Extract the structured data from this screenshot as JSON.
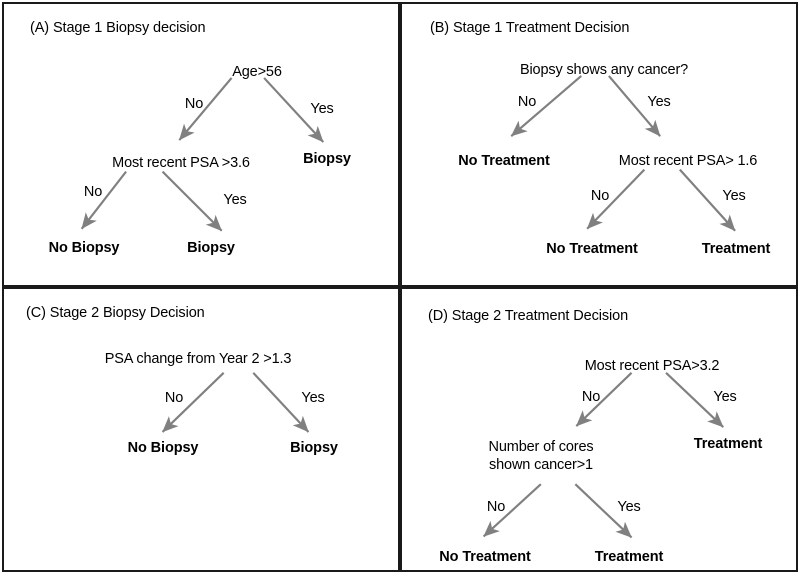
{
  "figure": {
    "arrow_color": "#808080",
    "border_color": "#1a1a1a",
    "text_color": "#000000"
  },
  "panels": {
    "a": {
      "title": "(A) Stage 1 Biopsy decision",
      "root": "Age>56",
      "edge_no_1": "No",
      "edge_yes_1": "Yes",
      "leaf_yes_1": "Biopsy",
      "node_2": "Most recent PSA >3.6",
      "edge_no_2": "No",
      "edge_yes_2": "Yes",
      "leaf_no_2": "No Biopsy",
      "leaf_yes_2": "Biopsy"
    },
    "b": {
      "title": "(B) Stage 1 Treatment Decision",
      "root": "Biopsy shows any cancer?",
      "edge_no_1": "No",
      "edge_yes_1": "Yes",
      "leaf_no_1": "No Treatment",
      "node_2": "Most recent PSA> 1.6",
      "edge_no_2": "No",
      "edge_yes_2": "Yes",
      "leaf_no_2": "No Treatment",
      "leaf_yes_2": "Treatment"
    },
    "c": {
      "title": "(C) Stage 2 Biopsy Decision",
      "root": "PSA change from Year 2 >1.3",
      "edge_no_1": "No",
      "edge_yes_1": "Yes",
      "leaf_no_1": "No Biopsy",
      "leaf_yes_1": "Biopsy"
    },
    "d": {
      "title": "(D) Stage 2 Treatment Decision",
      "root": "Most recent PSA>3.2",
      "edge_no_1": "No",
      "edge_yes_1": "Yes",
      "leaf_yes_1": "Treatment",
      "node_2_line1": "Number of cores",
      "node_2_line2": "shown cancer>1",
      "edge_no_2": "No",
      "edge_yes_2": "Yes",
      "leaf_no_2": "No Treatment",
      "leaf_yes_2": "Treatment"
    }
  },
  "chart_data": {
    "type": "diagram",
    "diagram_kind": "decision-tree-grid",
    "title": "Stage 1 and Stage 2 biopsy and treatment decision trees",
    "panel_count": 4,
    "trees": [
      {
        "panel": "A",
        "title": "(A) Stage 1 Biopsy decision",
        "nodes": [
          {
            "id": "a1",
            "label": "Age>56",
            "type": "decision"
          },
          {
            "id": "a2",
            "label": "Most recent PSA >3.6",
            "type": "decision"
          },
          {
            "id": "a3",
            "label": "Biopsy",
            "type": "leaf"
          },
          {
            "id": "a4",
            "label": "No Biopsy",
            "type": "leaf"
          },
          {
            "id": "a5",
            "label": "Biopsy",
            "type": "leaf"
          }
        ],
        "edges": [
          {
            "from": "a1",
            "to": "a2",
            "label": "No"
          },
          {
            "from": "a1",
            "to": "a3",
            "label": "Yes"
          },
          {
            "from": "a2",
            "to": "a4",
            "label": "No"
          },
          {
            "from": "a2",
            "to": "a5",
            "label": "Yes"
          }
        ]
      },
      {
        "panel": "B",
        "title": "(B) Stage 1 Treatment Decision",
        "nodes": [
          {
            "id": "b1",
            "label": "Biopsy shows any cancer?",
            "type": "decision"
          },
          {
            "id": "b2",
            "label": "No Treatment",
            "type": "leaf"
          },
          {
            "id": "b3",
            "label": "Most recent PSA> 1.6",
            "type": "decision"
          },
          {
            "id": "b4",
            "label": "No Treatment",
            "type": "leaf"
          },
          {
            "id": "b5",
            "label": "Treatment",
            "type": "leaf"
          }
        ],
        "edges": [
          {
            "from": "b1",
            "to": "b2",
            "label": "No"
          },
          {
            "from": "b1",
            "to": "b3",
            "label": "Yes"
          },
          {
            "from": "b3",
            "to": "b4",
            "label": "No"
          },
          {
            "from": "b3",
            "to": "b5",
            "label": "Yes"
          }
        ]
      },
      {
        "panel": "C",
        "title": "(C) Stage 2 Biopsy Decision",
        "nodes": [
          {
            "id": "c1",
            "label": "PSA change from Year 2 >1.3",
            "type": "decision"
          },
          {
            "id": "c2",
            "label": "No Biopsy",
            "type": "leaf"
          },
          {
            "id": "c3",
            "label": "Biopsy",
            "type": "leaf"
          }
        ],
        "edges": [
          {
            "from": "c1",
            "to": "c2",
            "label": "No"
          },
          {
            "from": "c1",
            "to": "c3",
            "label": "Yes"
          }
        ]
      },
      {
        "panel": "D",
        "title": "(D) Stage 2 Treatment Decision",
        "nodes": [
          {
            "id": "d1",
            "label": "Most recent PSA>3.2",
            "type": "decision"
          },
          {
            "id": "d2",
            "label": "Treatment",
            "type": "leaf"
          },
          {
            "id": "d3",
            "label": "Number of cores shown cancer>1",
            "type": "decision"
          },
          {
            "id": "d4",
            "label": "No Treatment",
            "type": "leaf"
          },
          {
            "id": "d5",
            "label": "Treatment",
            "type": "leaf"
          }
        ],
        "edges": [
          {
            "from": "d1",
            "to": "d3",
            "label": "No"
          },
          {
            "from": "d1",
            "to": "d2",
            "label": "Yes"
          },
          {
            "from": "d3",
            "to": "d4",
            "label": "No"
          },
          {
            "from": "d3",
            "to": "d5",
            "label": "Yes"
          }
        ]
      }
    ]
  }
}
